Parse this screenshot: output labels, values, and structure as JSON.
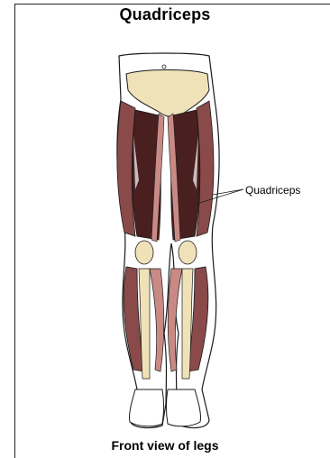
{
  "diagram": {
    "title": "Quadriceps",
    "callout_label": "Quadriceps",
    "caption": "Front view of legs"
  },
  "colors": {
    "muscle_dark": "#4a1f1f",
    "muscle_mid": "#8b4a4a",
    "muscle_light": "#c98a86",
    "bone": "#efe2b8",
    "skin": "#ffffff",
    "outline": "#1a1a1a"
  }
}
